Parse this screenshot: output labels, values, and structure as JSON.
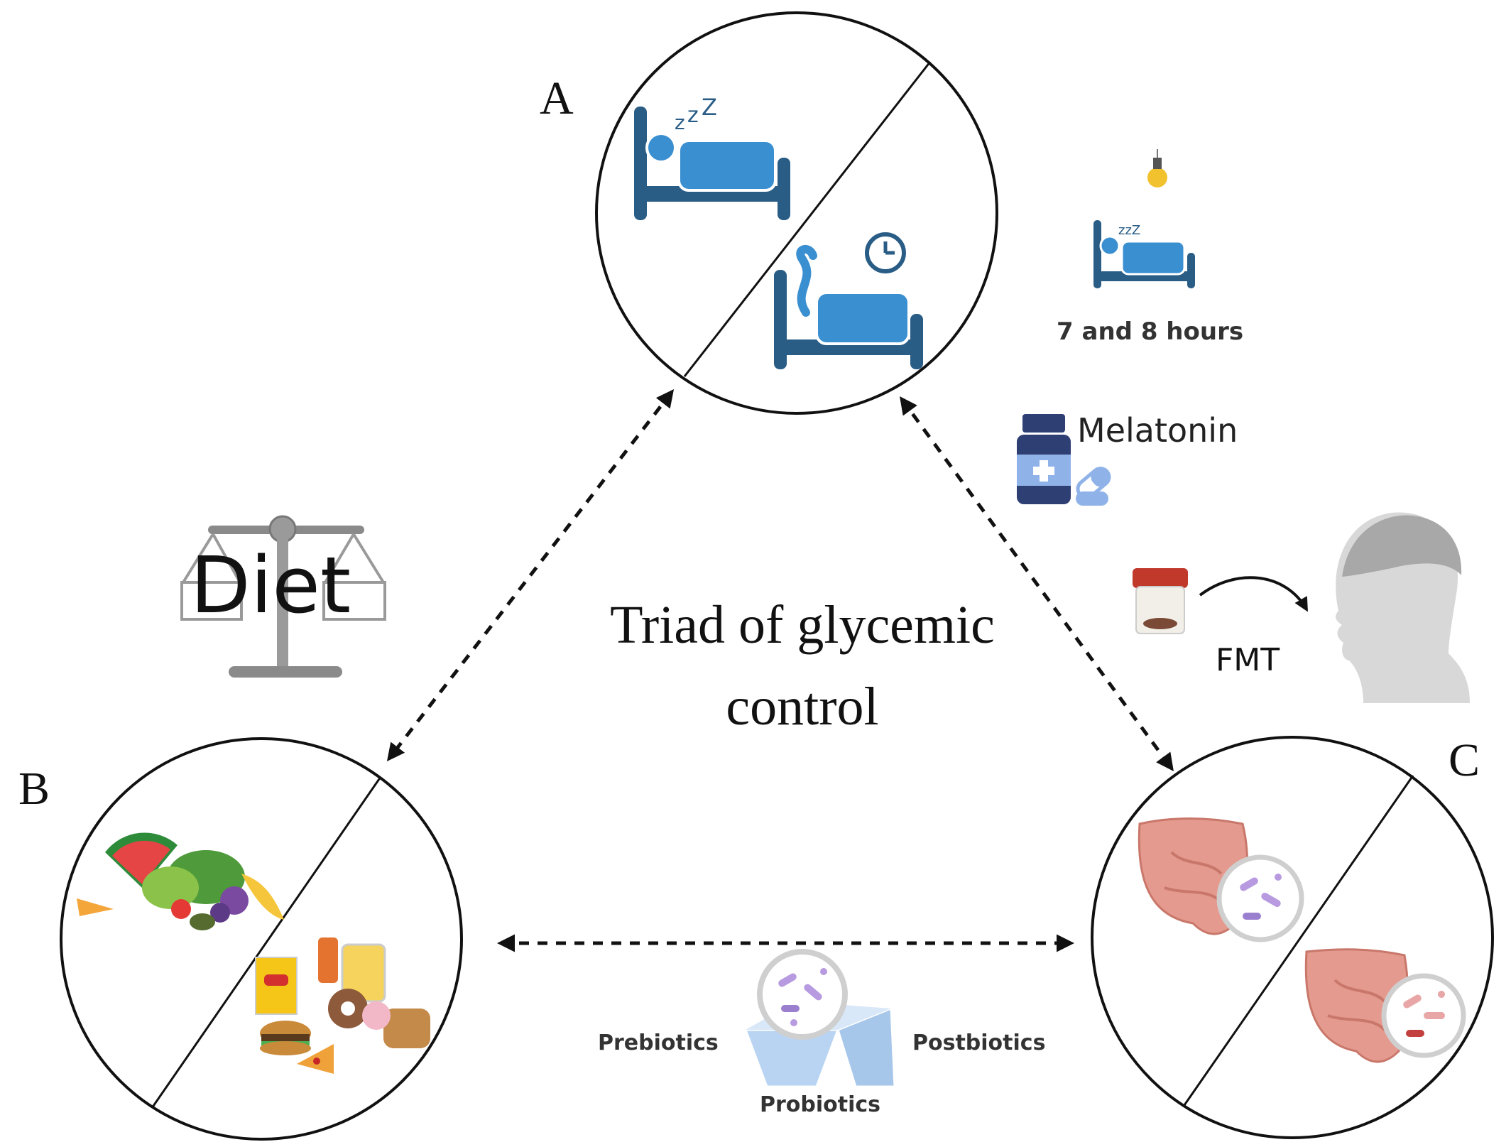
{
  "labels": {
    "a": "A",
    "b": "B",
    "c": "C"
  },
  "center": {
    "line1": "Triad of glycemic",
    "line2": "control"
  },
  "diet": {
    "word": "Diet"
  },
  "sleep": {
    "duration": "7 and 8 hours"
  },
  "melatonin": {
    "label": "Melatonin"
  },
  "fmt": {
    "label": "FMT"
  },
  "biotics": {
    "pre": "Prebiotics",
    "pro": "Probiotics",
    "post": "Postbiotics"
  },
  "colors": {
    "bed": "#2a5d86",
    "mattress": "#3a8fd1",
    "gut": "#e49a8e",
    "bottle": "#2e3f73",
    "pill": "#8fb3e8",
    "bulb": "#f2c12e",
    "bacteria_good": "#b79ae0",
    "bacteria_bad": "#c2413e"
  },
  "icons": [
    "bed-sleep-icon",
    "bed-awake-icon",
    "clock-icon",
    "light-bulb-icon",
    "medicine-bottle-icon",
    "capsule-icon",
    "scale-icon",
    "stool-jar-icon",
    "person-head-icon",
    "intestine-icon",
    "bacteria-magnifier-icon",
    "fruits-vegetables-icon",
    "junk-food-icon",
    "yogurt-cups-icon"
  ]
}
